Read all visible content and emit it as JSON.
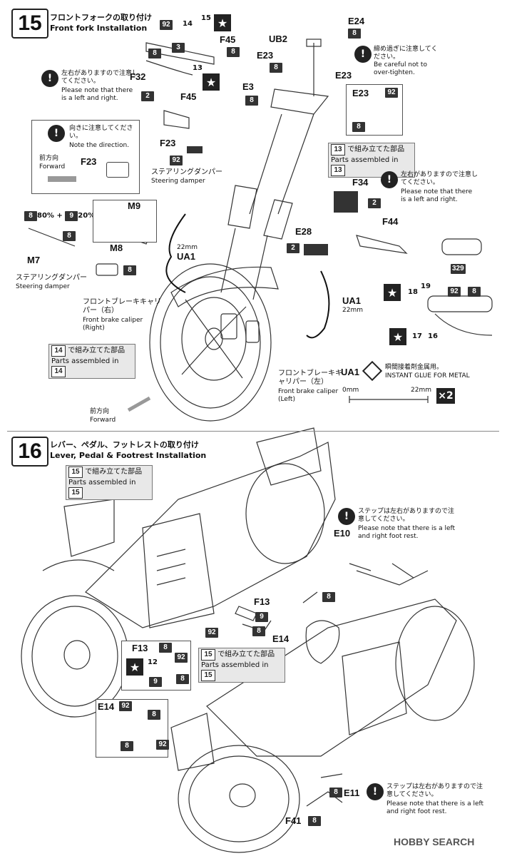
{
  "step15": {
    "number": "15",
    "title_jp": "フロントフォークの取り付け",
    "title_en": "Front fork Installation",
    "parts": {
      "e24": "E24",
      "ub2": "UB2",
      "e23a": "E23",
      "e23b": "E23",
      "e3": "E3",
      "e23_detail": "E23",
      "f45a": "F45",
      "f45b": "F45",
      "f32": "F32",
      "f23a": "F23",
      "f23b": "F23",
      "f34": "F34",
      "e28": "E28",
      "f44": "F44",
      "m9": "M9",
      "m8": "M8",
      "m7": "M7",
      "ua1a": "UA1",
      "ua1b": "UA1",
      "ua1c": "UA1"
    },
    "colors": {
      "c8": "8",
      "c2": "2",
      "c3": "3",
      "c9": "9",
      "c92": "92",
      "c14": "14",
      "c13": "13",
      "c15": "15",
      "c17": "17",
      "c16": "16",
      "c18": "18",
      "c19": "19",
      "c329": "329"
    },
    "notes": {
      "overtighten_jp": "締め過ぎに注意してください。",
      "overtighten_en": "Be careful not to over-tighten.",
      "leftright_jp": "左右がありますので注意してください。",
      "leftright_en": "Please note that there is a left and right.",
      "direction_jp": "向きに注意してください。",
      "direction_en": "Note the direction.",
      "forward_jp": "前方向",
      "forward_en": "Forward",
      "mix": "80% + ",
      "mix2": "20%",
      "damper_jp": "ステアリングダンパー",
      "damper_en": "Steering damper",
      "caliper_r_jp": "フロントブレーキキャリパー（右）",
      "caliper_r_en": "Front brake caliper (Right)",
      "caliper_l_jp": "フロントブレーキキャリパー（左）",
      "caliper_l_en": "Front brake caliper (Left)",
      "len22": "22mm",
      "glue_jp": "瞬間接着剤金属用。",
      "glue_en": "INSTANT GLUE FOR METAL",
      "scale0": "0mm",
      "scale22": "22mm",
      "x2": "×2"
    },
    "assembled": [
      {
        "jp": "で組み立てた部品",
        "en": "Parts assembled in",
        "n": "13"
      },
      {
        "jp": "で組み立てた部品",
        "en": "Parts assembled in",
        "n": "14"
      }
    ]
  },
  "step16": {
    "number": "16",
    "title_jp": "レバー、ペダル、フットレストの取り付け",
    "title_en": "Lever, Pedal & Footrest Installation",
    "parts": {
      "e10": "E10",
      "f13a": "F13",
      "f13b": "F13",
      "e14a": "E14",
      "e14b": "E14",
      "e11": "E11",
      "f41": "F41"
    },
    "notes": {
      "step_jp": "ステップは左右がありますので注意してください。",
      "step_en": "Please note that there is a left and right foot rest.",
      "n12": "12"
    },
    "assembled": [
      {
        "jp": "で組み立てた部品",
        "en": "Parts assembled in",
        "n": "15"
      },
      {
        "jp": "で組み立てた部品",
        "en": "Parts assembled in",
        "n": "15"
      }
    ]
  },
  "watermark": "HOBBY SEARCH"
}
